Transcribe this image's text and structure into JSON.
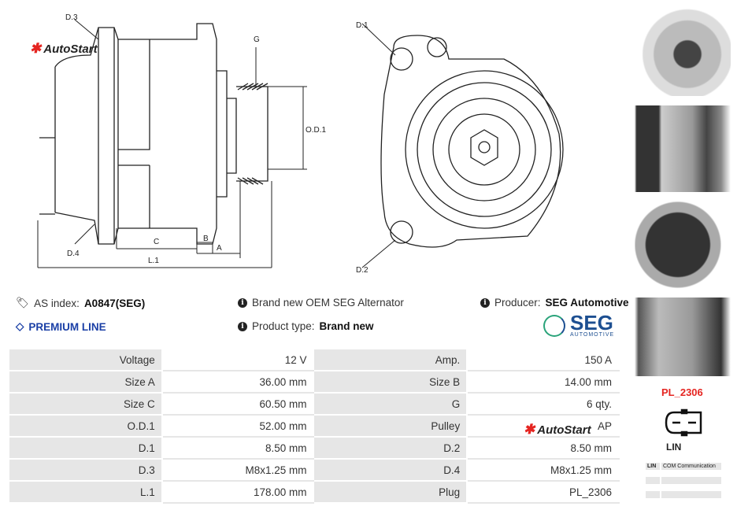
{
  "brand": {
    "logo_text": "AutoStart"
  },
  "drawing": {
    "labels": {
      "d3": "D.3",
      "d4": "D.4",
      "g": "G",
      "od1": "O.D.1",
      "c": "C",
      "b": "B",
      "a": "A",
      "l1": "L.1",
      "d1": "D.1",
      "d2": "D.2"
    }
  },
  "info": {
    "as_index_label": "AS index:",
    "as_index_value": "A0847(SEG)",
    "premium": "PREMIUM LINE",
    "description": "Brand new OEM SEG Alternator",
    "product_type_label": "Product type:",
    "product_type_value": "Brand new",
    "producer_label": "Producer:",
    "producer_value": "SEG Automotive",
    "producer_logo": "SEG",
    "producer_logo_sub": "AUTOMOTIVE"
  },
  "specs": [
    [
      "Voltage",
      "12 V",
      "Amp.",
      "150 A"
    ],
    [
      "Size A",
      "36.00 mm",
      "Size B",
      "14.00 mm"
    ],
    [
      "Size C",
      "60.50 mm",
      "G",
      "6 qty."
    ],
    [
      "O.D.1",
      "52.00 mm",
      "Pulley",
      "AP"
    ],
    [
      "D.1",
      "8.50 mm",
      "D.2",
      "8.50 mm"
    ],
    [
      "D.3",
      "M8x1.25 mm",
      "D.4",
      "M8x1.25 mm"
    ],
    [
      "L.1",
      "178.00 mm",
      "Plug",
      "PL_2306"
    ]
  ],
  "plug": {
    "code": "PL_2306",
    "type": "LIN",
    "pins": [
      [
        "LIN",
        "COM Communication"
      ],
      [
        "",
        ""
      ],
      [
        "",
        ""
      ]
    ]
  },
  "colors": {
    "accent_red": "#e52521",
    "premium_blue": "#1a3fa6",
    "seg_blue": "#1d4f91",
    "seg_green": "#2aa37a"
  }
}
